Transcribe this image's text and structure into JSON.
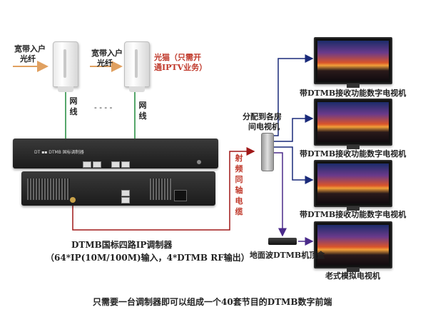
{
  "labels": {
    "fiber1": [
      "宽带入户",
      "光纤"
    ],
    "fiber2": [
      "宽带入户",
      "光纤"
    ],
    "modem_note": [
      "光猫（只需开",
      "通IPTV业务）"
    ],
    "net_cable_left": "网线",
    "net_cable_right": "网线",
    "dashes": "- - - -",
    "distribute": [
      "分配到各房",
      "间电视机"
    ],
    "rf_coax": "射频同轴电缆",
    "tv1": "带DTMB接收功能数字电视机",
    "tv2": "带DTMB接收功能数字电视机",
    "tv3": "带DTMB接收功能数字电视机",
    "stb": "地面波DTMB机顶盒",
    "old_tv": "老式模拟电视机",
    "modulator_title": "DTMB国标四路IP调制器",
    "modulator_sub": "（64*IP(10M/100M)输入，4*DTMB RF输出）",
    "caption": "只需要一台调制器即可以组成一个40套节目的DTMB数字前端",
    "rack_label": "DT ▪▪ DTMB 国标调制器"
  },
  "colors": {
    "fiber_arrow": "#e0a060",
    "net_line": "#1e8a3a",
    "coax_line": "#a01818",
    "tv_line": "#1a2a7a",
    "stb_line": "#4a2a8a",
    "accent_text": "#c0392b"
  }
}
